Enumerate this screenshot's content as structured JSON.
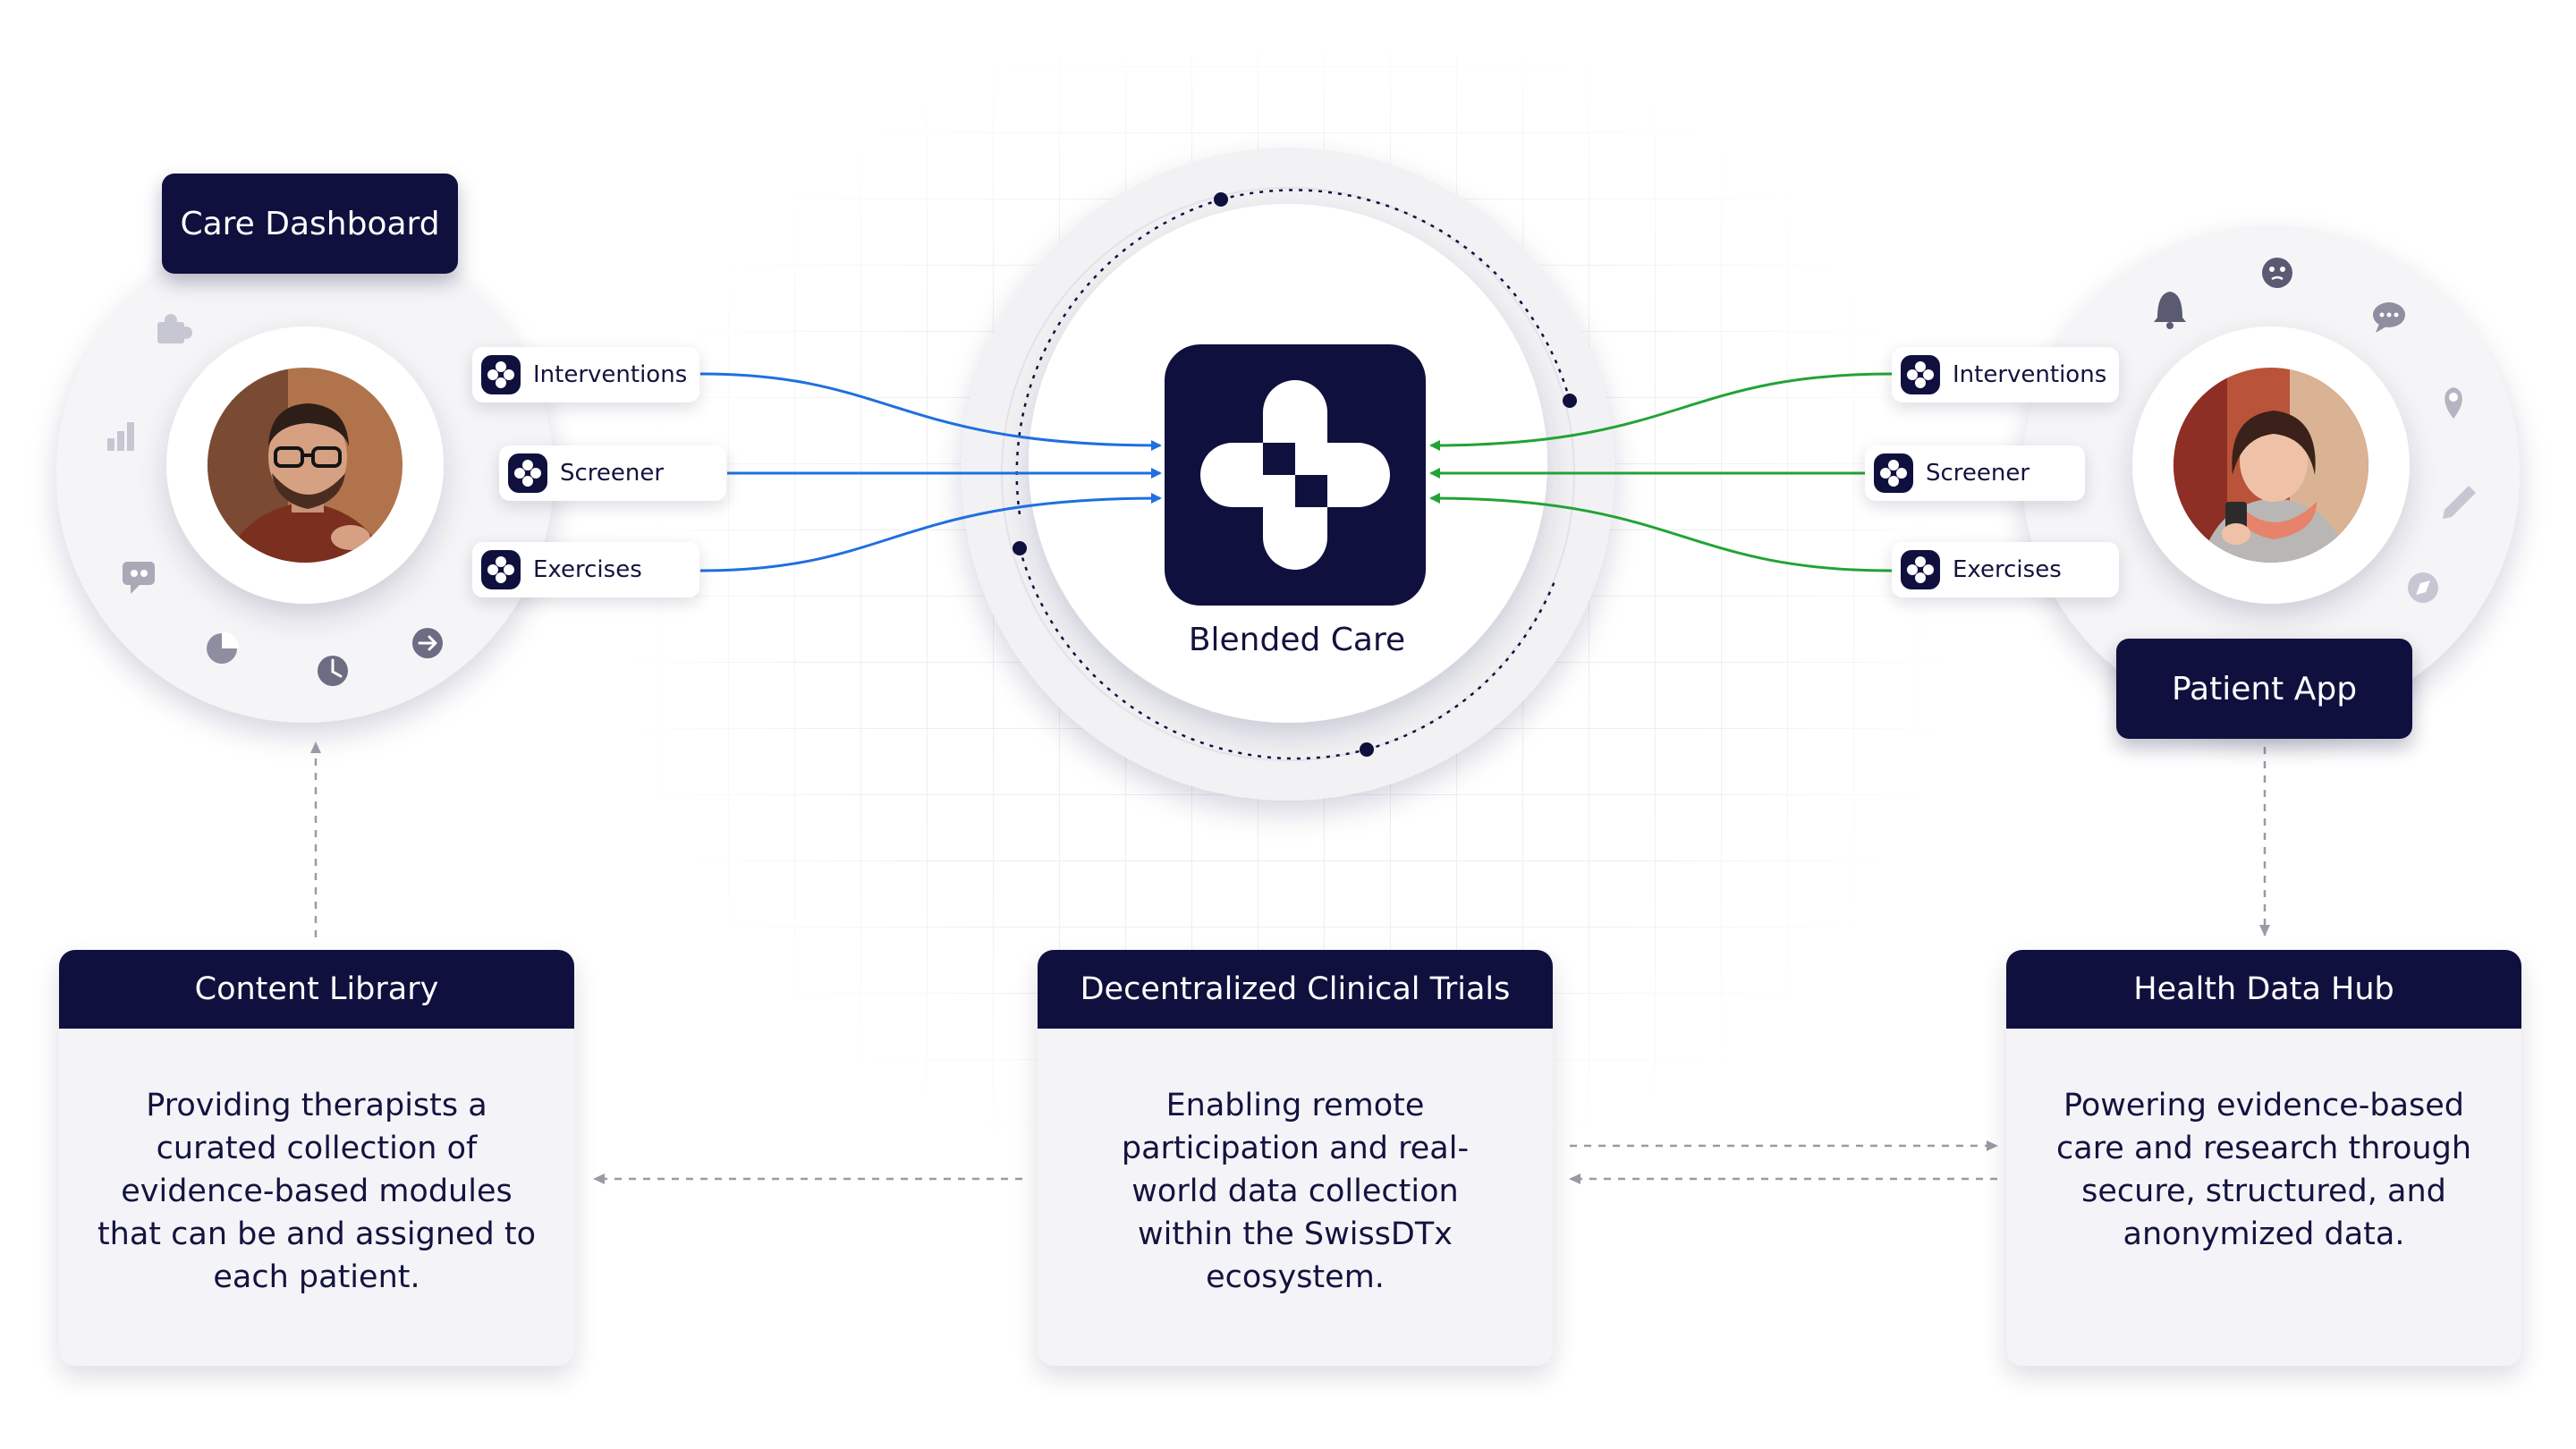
{
  "left_node": {
    "label": "Care Dashboard",
    "items": [
      "Interventions",
      "Screener",
      "Exercises"
    ],
    "icons": [
      "puzzle-icon",
      "bar-chart-icon",
      "chat-bubble-icon",
      "pie-chart-icon",
      "clock-icon",
      "arrow-right-circle-icon"
    ]
  },
  "center_node": {
    "label": "Blended Care"
  },
  "right_node": {
    "label": "Patient App",
    "items": [
      "Interventions",
      "Screener",
      "Exercises"
    ],
    "icons": [
      "bell-icon",
      "face-icon",
      "chat-icon",
      "location-pin-icon",
      "pencil-icon",
      "compass-icon"
    ]
  },
  "cards": [
    {
      "title": "Content Library",
      "text": "Providing therapists a curated collection of evidence-based modules that can be and assigned to each patient."
    },
    {
      "title": "Decentralized Clinical Trials",
      "text": "Enabling remote participation and real-world data collection within the SwissDTx ecosystem."
    },
    {
      "title": "Health Data Hub",
      "text": "Powering evidence-based care and research through secure, structured, and anonymized data."
    }
  ],
  "colors": {
    "navy": "#10103f",
    "left_connector": "#1f6fe0",
    "right_connector": "#22a336",
    "dashed_arrow": "#9a9aa6"
  }
}
